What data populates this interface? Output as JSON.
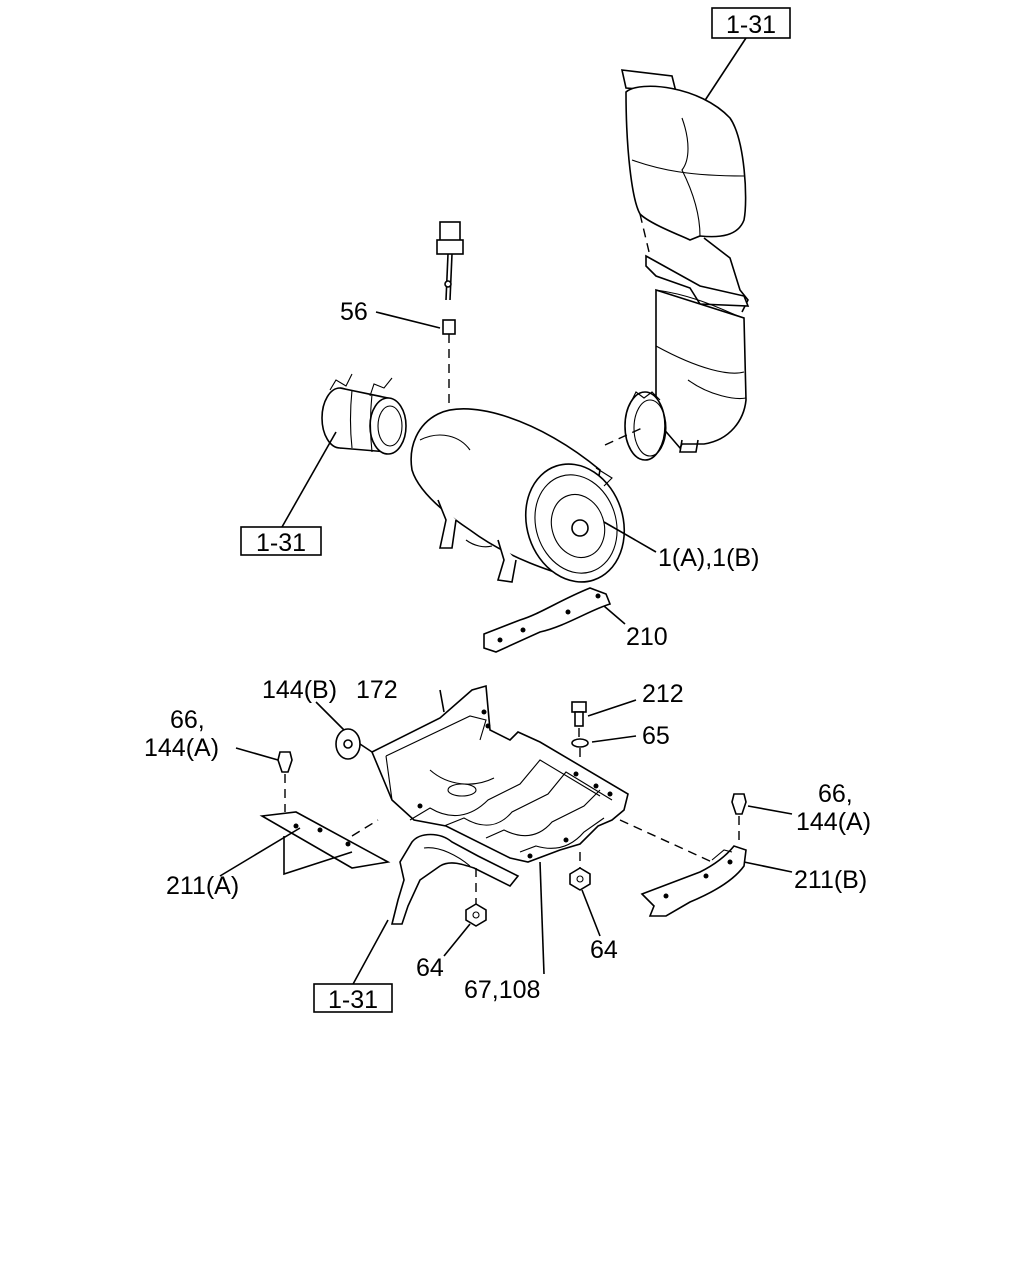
{
  "references": {
    "top": "1-31",
    "left": "1-31",
    "bottom": "1-31"
  },
  "callouts": {
    "c56": "56",
    "c1ab": "1(A),1(B)",
    "c210": "210",
    "c144b": "144(B)",
    "c172": "172",
    "c212": "212",
    "c65": "65",
    "c66_left": "66,",
    "c144a_left": "144(A)",
    "c66_right": "66,",
    "c144a_right": "144(A)",
    "c211a": "211(A)",
    "c211b": "211(B)",
    "c64_left": "64",
    "c64_right": "64",
    "c67_108": "67,108"
  }
}
